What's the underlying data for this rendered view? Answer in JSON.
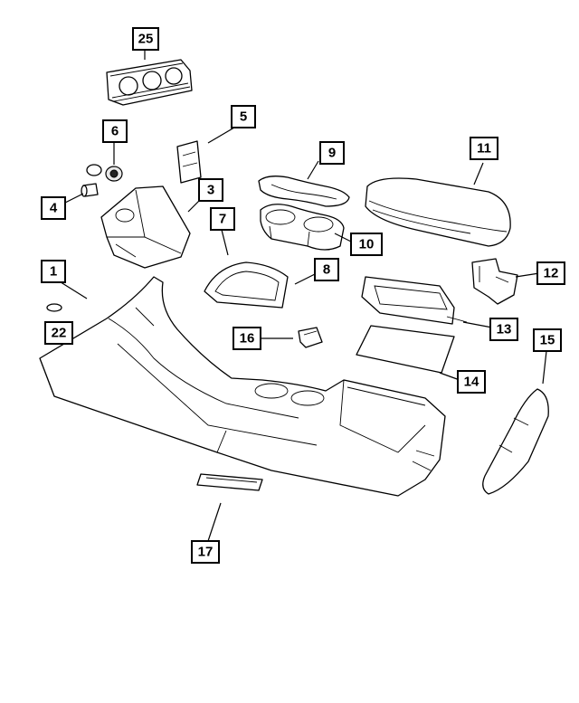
{
  "labels": {
    "p1": "1",
    "p3": "3",
    "p4": "4",
    "p5": "5",
    "p6": "6",
    "p7": "7",
    "p8": "8",
    "p9": "9",
    "p10": "10",
    "p11": "11",
    "p12": "12",
    "p13": "13",
    "p14": "14",
    "p15": "15",
    "p16": "16",
    "p17": "17",
    "p22": "22",
    "p25": "25"
  },
  "colors": {
    "line": "#000000",
    "background": "#ffffff"
  }
}
